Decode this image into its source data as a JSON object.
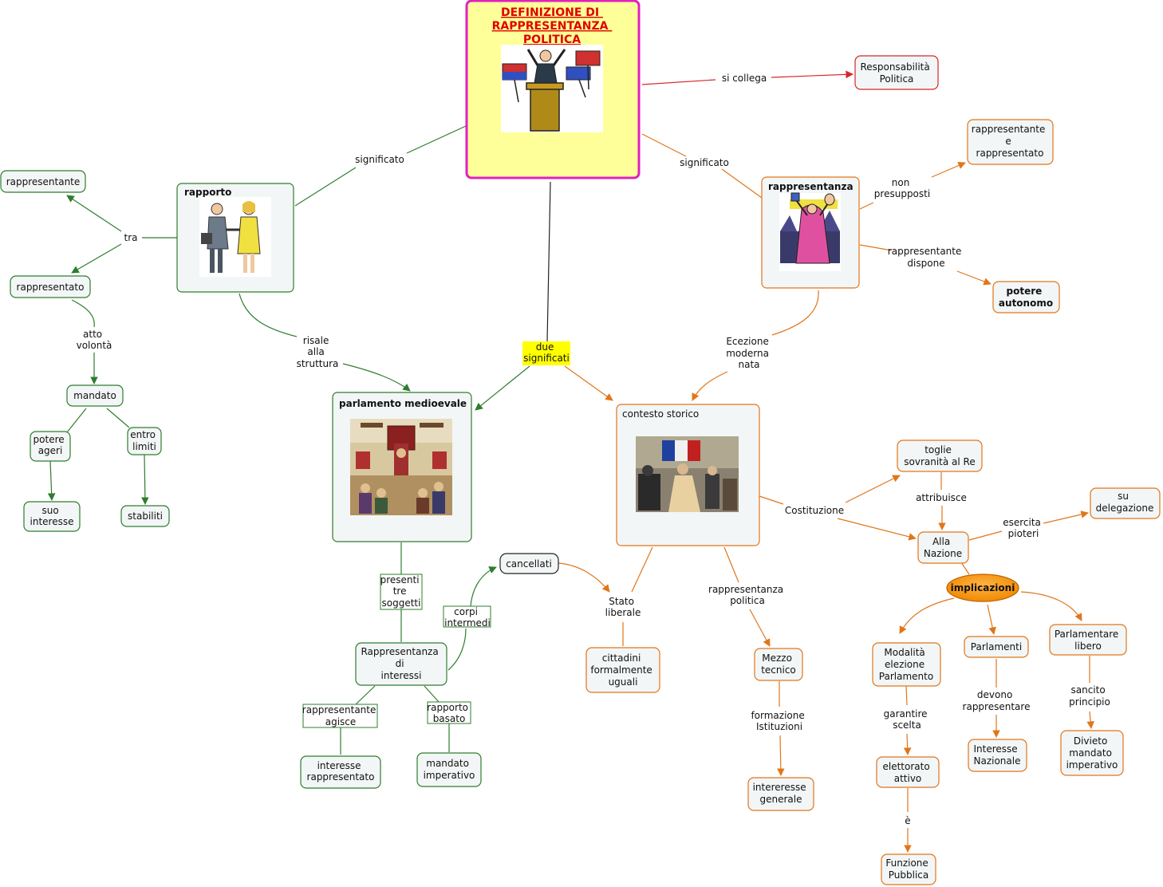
{
  "colors": {
    "green": "#2e7d2e",
    "orange": "#e0761a",
    "red": "#d8262b",
    "root_fill": "#ffff99",
    "root_border": "#e020c0",
    "highlight": "#ffff00"
  },
  "root": {
    "title": [
      "DEFINIZIONE DI",
      "RAPPRESENTANZA",
      "POLITICA"
    ],
    "image": "vote-podium-clipart"
  },
  "nodes": {
    "responsabilita": [
      "Responsabilità",
      "Politica"
    ],
    "rapporto": "rapporto",
    "rapporto_image": "handshake-clipart",
    "rappresentante": "rappresentante",
    "rappresentato": "rappresentato",
    "mandato": "mandato",
    "potere_ageri": [
      "potere",
      "ageri"
    ],
    "entro_limiti": [
      "entro",
      "limiti"
    ],
    "suo_interesse": [
      "suo",
      "interesse"
    ],
    "stabiliti": "stabiliti",
    "rappresentanza": "rappresentanza",
    "rappresentanza_image": "dancing-figure-clipart",
    "rapp_e_rapp": [
      "rappresentante",
      "e",
      "rappresentato"
    ],
    "potere_autonomo": [
      "potere",
      "autonomo"
    ],
    "parlamento": "parlamento medioevale",
    "parlamento_image": "medieval-parliament-painting",
    "contesto": "contesto storico",
    "contesto_image": "liberty-leading-the-people-painting",
    "rapp_interessi": [
      "Rappresentanza",
      "di",
      "interessi"
    ],
    "interesse_rappresentato": [
      "interesse",
      "rappresentato"
    ],
    "mandato_imperativo": [
      "mandato",
      "imperativo"
    ],
    "cancellati": "cancellati",
    "cittadini": [
      "cittadini",
      "formalmente",
      "uguali"
    ],
    "mezzo_tecnico": [
      "Mezzo",
      "tecnico"
    ],
    "interesse_generale": [
      "intereresse",
      "generale"
    ],
    "toglie": [
      "toglie",
      "sovranità al Re"
    ],
    "alla_nazione": [
      "Alla",
      "Nazione"
    ],
    "su_delegazione": [
      "su",
      "delegazione"
    ],
    "implicazioni": "implicazioni",
    "modalita": [
      "Modalità",
      "elezione",
      "Parlamento"
    ],
    "parlamenti": "Parlamenti",
    "parlamentare_libero": [
      "Parlamentare",
      "libero"
    ],
    "elettorato": [
      "elettorato",
      "attivo"
    ],
    "funzione": [
      "Funzione",
      "Pubblica"
    ],
    "interesse_nazionale": [
      "Interesse",
      "Nazionale"
    ],
    "divieto": [
      "Divieto",
      "mandato",
      "imperativo"
    ]
  },
  "links": {
    "si_collega": "si collega",
    "significato_left": "significato",
    "significato_right": "significato",
    "tra": "tra",
    "atto_volonta": [
      "atto",
      "volontà"
    ],
    "non_presupposti": [
      "non",
      "presupposti"
    ],
    "rappresentante_dispone": [
      "rappresentante",
      "dispone"
    ],
    "risale": [
      "risale",
      "alla",
      "struttura"
    ],
    "due_significati": [
      "due",
      "significati"
    ],
    "eccezione": [
      "Ecezione",
      "moderna",
      "nata"
    ],
    "presenti": [
      "presenti",
      "tre",
      "soggetti"
    ],
    "corpi": [
      "corpi",
      "intermedi"
    ],
    "rapp_agisce": [
      "rappresentante",
      "agisce"
    ],
    "rapporto_basato": [
      "rapporto",
      "basato"
    ],
    "stato_liberale": [
      "Stato",
      "liberale"
    ],
    "rapp_politica": [
      "rappresentanza",
      "politica"
    ],
    "formazione": [
      "formazione",
      "Istituzioni"
    ],
    "costituzione": "Costituzione",
    "attribuisce": "attribuisce",
    "esercita": [
      "esercita",
      "pioteri"
    ],
    "garantire": [
      "garantire",
      "scelta"
    ],
    "e_accent": "è",
    "devono": [
      "devono",
      "rappresentare"
    ],
    "sancito": [
      "sancito",
      "principio"
    ]
  }
}
